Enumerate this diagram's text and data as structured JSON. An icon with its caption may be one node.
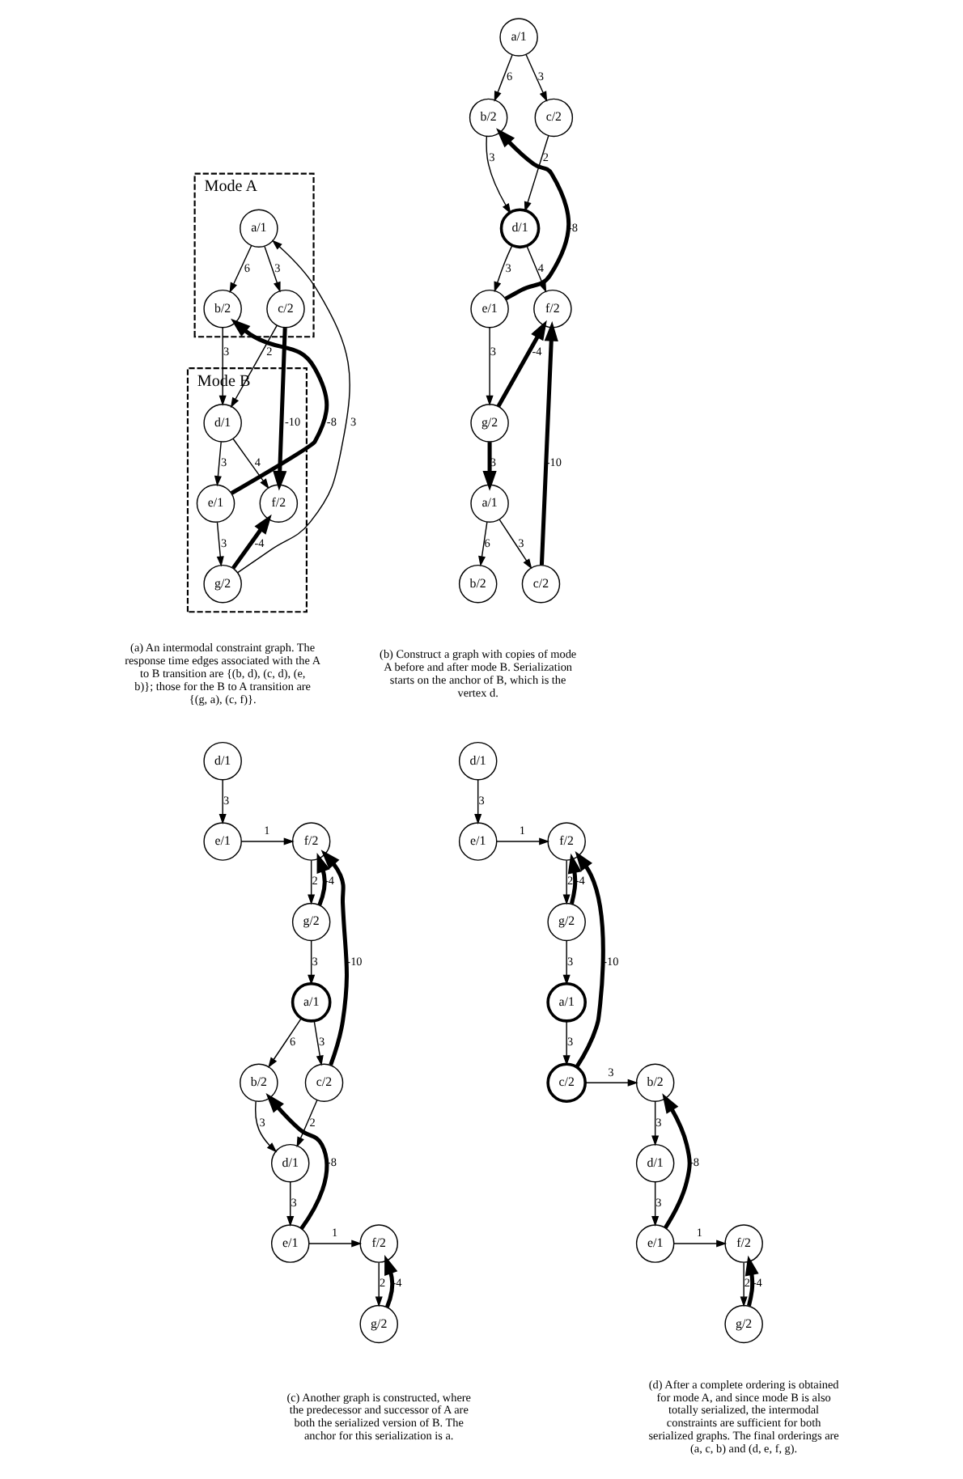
{
  "diagram": {
    "nodes": [
      {
        "text": [
          "Mode A"
        ]
      },
      {
        "text": [
          "a/1"
        ],
        "in": 0
      },
      {
        "text": [
          "b/2"
        ],
        "in": 0
      },
      {
        "text": [
          "c/2"
        ],
        "in": 0
      },
      {
        "text": [
          "Mode B"
        ]
      },
      {
        "text": [
          "d/1"
        ],
        "in": 4
      },
      {
        "text": [
          "e/1"
        ],
        "in": 4
      },
      {
        "text": [
          "f/2"
        ],
        "in": 4
      },
      {
        "text": [
          "g/2"
        ],
        "in": 4
      },
      {
        "text": [
          "a/1"
        ]
      },
      {
        "text": [
          "b/2"
        ]
      },
      {
        "text": [
          "c/2"
        ]
      },
      {
        "text": [
          "d/1"
        ]
      },
      {
        "text": [
          "e/1"
        ]
      },
      {
        "text": [
          "f/2"
        ]
      },
      {
        "text": [
          "g/2"
        ]
      },
      {
        "text": [
          "a/1"
        ]
      },
      {
        "text": [
          "b/2"
        ]
      },
      {
        "text": [
          "c/2"
        ]
      },
      {
        "text": [
          "d/1"
        ]
      },
      {
        "text": [
          "e/1"
        ]
      },
      {
        "text": [
          "f/2"
        ]
      },
      {
        "text": [
          "g/2"
        ]
      },
      {
        "text": [
          "a/1"
        ]
      },
      {
        "text": [
          "b/2"
        ]
      },
      {
        "text": [
          "c/2"
        ]
      },
      {
        "text": [
          "d/1"
        ]
      },
      {
        "text": [
          "e/1"
        ]
      },
      {
        "text": [
          "f/2"
        ]
      },
      {
        "text": [
          "g/2"
        ]
      },
      {
        "text": [
          "d/1"
        ]
      },
      {
        "text": [
          "e/1"
        ]
      },
      {
        "text": [
          "f/2"
        ]
      },
      {
        "text": [
          "g/2"
        ]
      },
      {
        "text": [
          "a/1"
        ]
      },
      {
        "text": [
          "b/2"
        ]
      },
      {
        "text": [
          "c/2"
        ]
      },
      {
        "text": [
          "d/1"
        ]
      },
      {
        "text": [
          "e/1"
        ]
      },
      {
        "text": [
          "f/2"
        ]
      },
      {
        "text": [
          "g/2"
        ]
      }
    ],
    "edges": [
      {
        "from": 1,
        "to": 2,
        "arrow": "to",
        "label": "6"
      },
      {
        "from": 1,
        "to": 3,
        "arrow": "to",
        "label": "3"
      },
      {
        "from": 2,
        "to": 5,
        "arrow": "to",
        "label": "3"
      },
      {
        "from": 3,
        "to": 5,
        "arrow": "to",
        "label": "2"
      },
      {
        "from": 5,
        "to": 6,
        "arrow": "to",
        "label": "3"
      },
      {
        "from": 5,
        "to": 7,
        "arrow": "to",
        "label": "4"
      },
      {
        "from": 6,
        "to": 8,
        "arrow": "to",
        "label": "3"
      },
      {
        "from": 8,
        "to": 7,
        "arrow": "to",
        "label": "-4",
        "style": "thick"
      },
      {
        "from": 6,
        "to": 2,
        "arrow": "to",
        "label": "-8",
        "style": "thick"
      },
      {
        "from": 3,
        "to": 7,
        "arrow": "to",
        "label": "-10",
        "style": "thick"
      },
      {
        "from": 8,
        "to": 1,
        "arrow": "to",
        "label": "3"
      },
      {
        "from": 9,
        "to": 10,
        "arrow": "to",
        "label": "6"
      },
      {
        "from": 9,
        "to": 11,
        "arrow": "to",
        "label": "3"
      },
      {
        "from": 10,
        "to": 12,
        "arrow": "to",
        "label": "3"
      },
      {
        "from": 11,
        "to": 12,
        "arrow": "to",
        "label": "2"
      },
      {
        "from": 12,
        "to": 13,
        "arrow": "to",
        "label": "3"
      },
      {
        "from": 12,
        "to": 14,
        "arrow": "to",
        "label": "4"
      },
      {
        "from": 13,
        "to": 10,
        "arrow": "to",
        "label": "-8",
        "style": "thick"
      },
      {
        "from": 13,
        "to": 15,
        "arrow": "to",
        "label": "3"
      },
      {
        "from": 15,
        "to": 14,
        "arrow": "to",
        "label": "-4",
        "style": "thick"
      },
      {
        "from": 15,
        "to": 16,
        "arrow": "to",
        "label": "3",
        "style": "thick"
      },
      {
        "from": 16,
        "to": 17,
        "arrow": "to",
        "label": "6"
      },
      {
        "from": 16,
        "to": 18,
        "arrow": "to",
        "label": "3"
      },
      {
        "from": 18,
        "to": 14,
        "arrow": "to",
        "label": "-10",
        "style": "thick"
      },
      {
        "from": 19,
        "to": 20,
        "arrow": "to",
        "label": "3"
      },
      {
        "from": 20,
        "to": 21,
        "arrow": "to",
        "label": "1"
      },
      {
        "from": 21,
        "to": 22,
        "arrow": "to",
        "label": "2"
      },
      {
        "from": 22,
        "to": 21,
        "arrow": "to",
        "label": "-4",
        "style": "thick"
      },
      {
        "from": 22,
        "to": 23,
        "arrow": "to",
        "label": "3"
      },
      {
        "from": 25,
        "to": 21,
        "arrow": "to",
        "label": "-10",
        "style": "thick"
      },
      {
        "from": 23,
        "to": 24,
        "arrow": "to",
        "label": "6"
      },
      {
        "from": 23,
        "to": 25,
        "arrow": "to",
        "label": "3"
      },
      {
        "from": 24,
        "to": 26,
        "arrow": "to",
        "label": "3"
      },
      {
        "from": 25,
        "to": 26,
        "arrow": "to",
        "label": "2"
      },
      {
        "from": 26,
        "to": 27,
        "arrow": "to",
        "label": "3"
      },
      {
        "from": 27,
        "to": 24,
        "arrow": "to",
        "label": "-8",
        "style": "thick"
      },
      {
        "from": 27,
        "to": 28,
        "arrow": "to",
        "label": "1"
      },
      {
        "from": 28,
        "to": 29,
        "arrow": "to",
        "label": "2"
      },
      {
        "from": 29,
        "to": 28,
        "arrow": "to",
        "label": "-4",
        "style": "thick"
      },
      {
        "from": 30,
        "to": 31,
        "arrow": "to",
        "label": "3"
      },
      {
        "from": 31,
        "to": 32,
        "arrow": "to",
        "label": "1"
      },
      {
        "from": 32,
        "to": 33,
        "arrow": "to",
        "label": "2"
      },
      {
        "from": 33,
        "to": 32,
        "arrow": "to",
        "label": "-4",
        "style": "thick"
      },
      {
        "from": 33,
        "to": 34,
        "arrow": "to",
        "label": "3"
      },
      {
        "from": 36,
        "to": 32,
        "arrow": "to",
        "label": "-10",
        "style": "thick"
      },
      {
        "from": 34,
        "to": 36,
        "arrow": "to",
        "label": "3"
      },
      {
        "from": 36,
        "to": 35,
        "arrow": "to",
        "label": "3"
      },
      {
        "from": 35,
        "to": 37,
        "arrow": "to",
        "label": "3"
      },
      {
        "from": 37,
        "to": 38,
        "arrow": "to",
        "label": "3"
      },
      {
        "from": 38,
        "to": 35,
        "arrow": "to",
        "label": "-8",
        "style": "thick"
      },
      {
        "from": 38,
        "to": 39,
        "arrow": "to",
        "label": "1"
      },
      {
        "from": 39,
        "to": 40,
        "arrow": "to",
        "label": "2"
      },
      {
        "from": 40,
        "to": 39,
        "arrow": "to",
        "label": "-4",
        "style": "thick"
      }
    ],
    "labels": [
      "(a) An intermodal constraint graph. The response time edges associated with the A to B transition are {(b, d), (c, d), (e, b)}; those for the B to A transition are {(g, a), (c, f)}.",
      "(b) Construct a graph with copies of mode A before and after mode B. Serialization starts on the anchor of B, which is the vertex d.",
      "(c) Another graph is constructed, where the predecessor and successor of A are both the serialized version of B. The anchor for this serialization is a.",
      "(d) After a complete ordering is obtained for mode A, and since mode B is also totally serialized, the intermodal constraints are sufficient for both serialized graphs. The final orderings are (a, c, b) and (d, e, f, g)."
    ]
  }
}
